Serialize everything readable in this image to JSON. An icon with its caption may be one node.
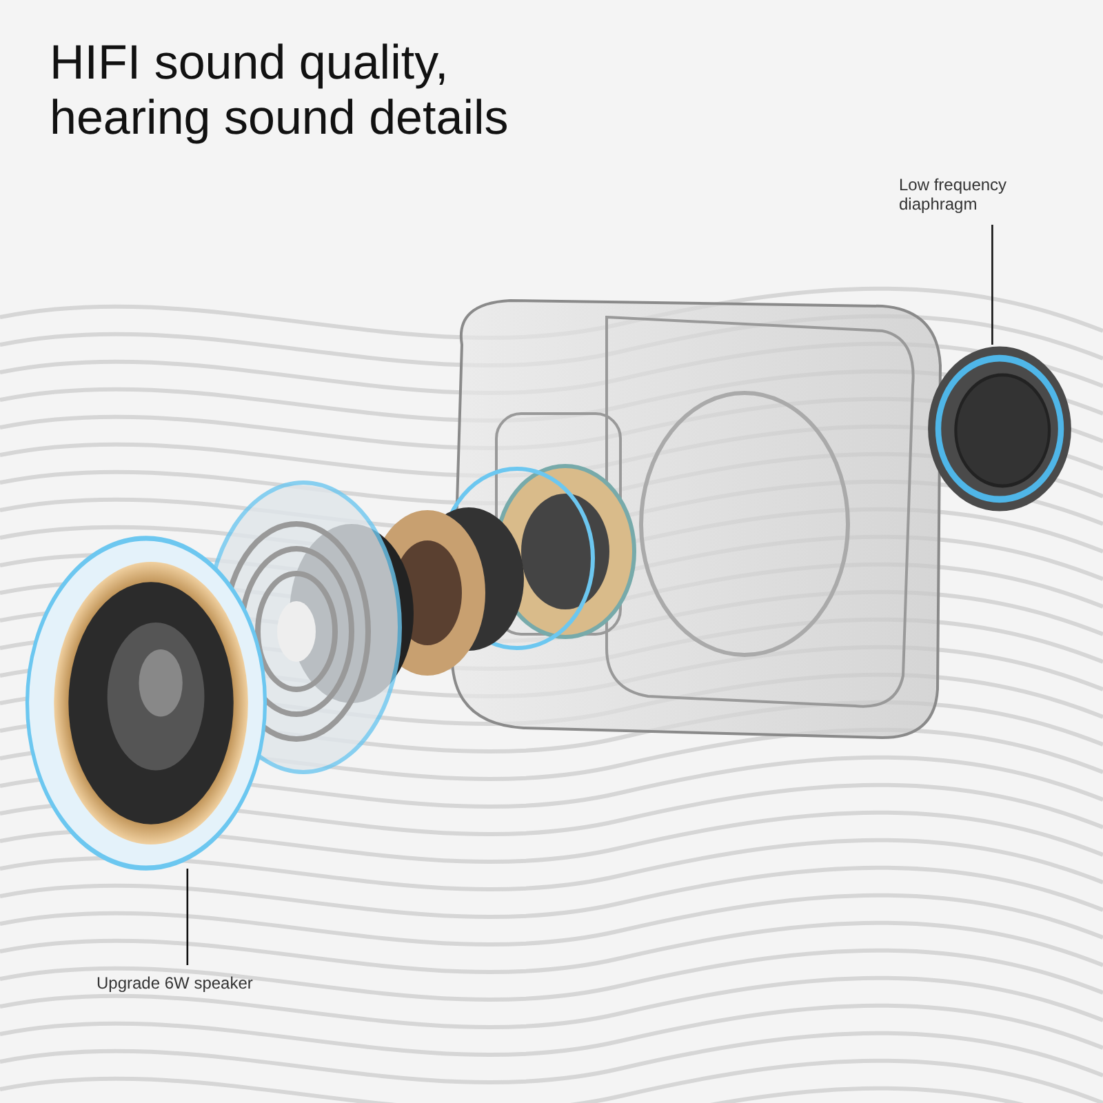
{
  "diagram": {
    "title": "HIFI sound quality, hearing sound details",
    "nodes": [
      {
        "text": [
          "Low frequency diaphragm"
        ]
      },
      {
        "text": [],
        "shape": "picture"
      },
      {
        "text": [
          "Upgrade 6W speaker"
        ]
      },
      {
        "text": [],
        "shape": "picture"
      }
    ],
    "edges": [
      {
        "from": 0,
        "to": 1,
        "arrow": "none"
      },
      {
        "from": 2,
        "to": 3,
        "arrow": "none"
      }
    ]
  }
}
